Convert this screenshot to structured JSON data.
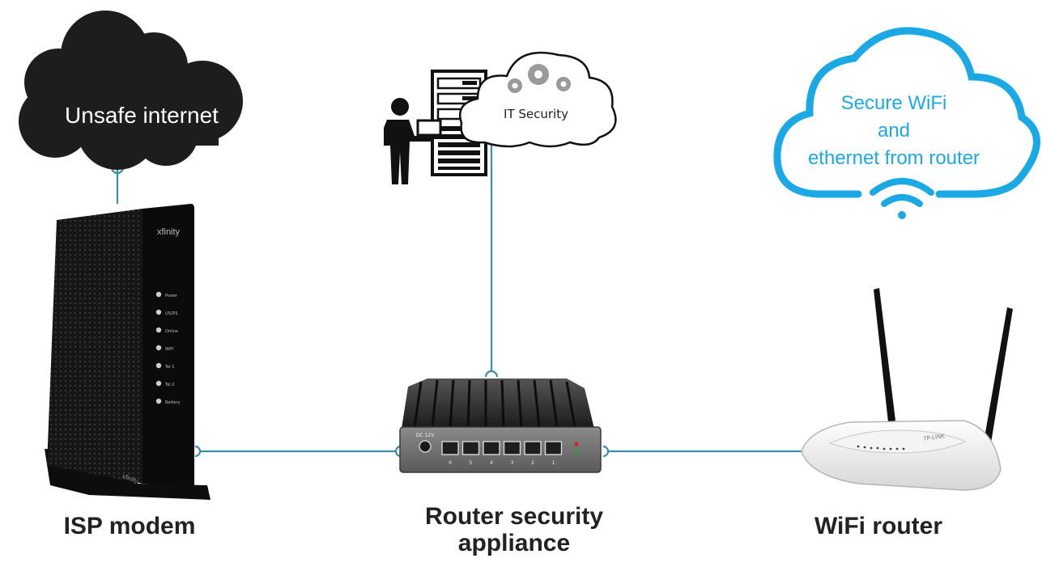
{
  "clouds": {
    "unsafe_internet": {
      "label": "Unsafe internet",
      "fill": "#1d1d1d",
      "text_color": "#ffffff"
    },
    "it_security": {
      "label": "IT Security"
    },
    "secure_wifi": {
      "lines": [
        "Secure WiFi",
        "and",
        "ethernet from router"
      ],
      "stroke": "#1ba9e6",
      "text_color": "#1ba9e6"
    }
  },
  "devices": {
    "modem_brand": "xfinity",
    "modem_brand_base": "xfinity",
    "modem_indicators": [
      "Power",
      "US/DS",
      "Online",
      "WiFi",
      "Tel 1",
      "Tel 2",
      "Battery"
    ],
    "router_brand": "TP-LINK",
    "appliance_power_label": "DC 12V",
    "appliance_port_numbers": [
      "6",
      "5",
      "4",
      "3",
      "2",
      "1"
    ]
  },
  "captions": {
    "modem": "ISP modem",
    "appliance_line1": "Router security",
    "appliance_line2": "appliance",
    "router": "WiFi router"
  },
  "colors": {
    "connector": "#3a8fa3",
    "device_black": "#111111"
  }
}
